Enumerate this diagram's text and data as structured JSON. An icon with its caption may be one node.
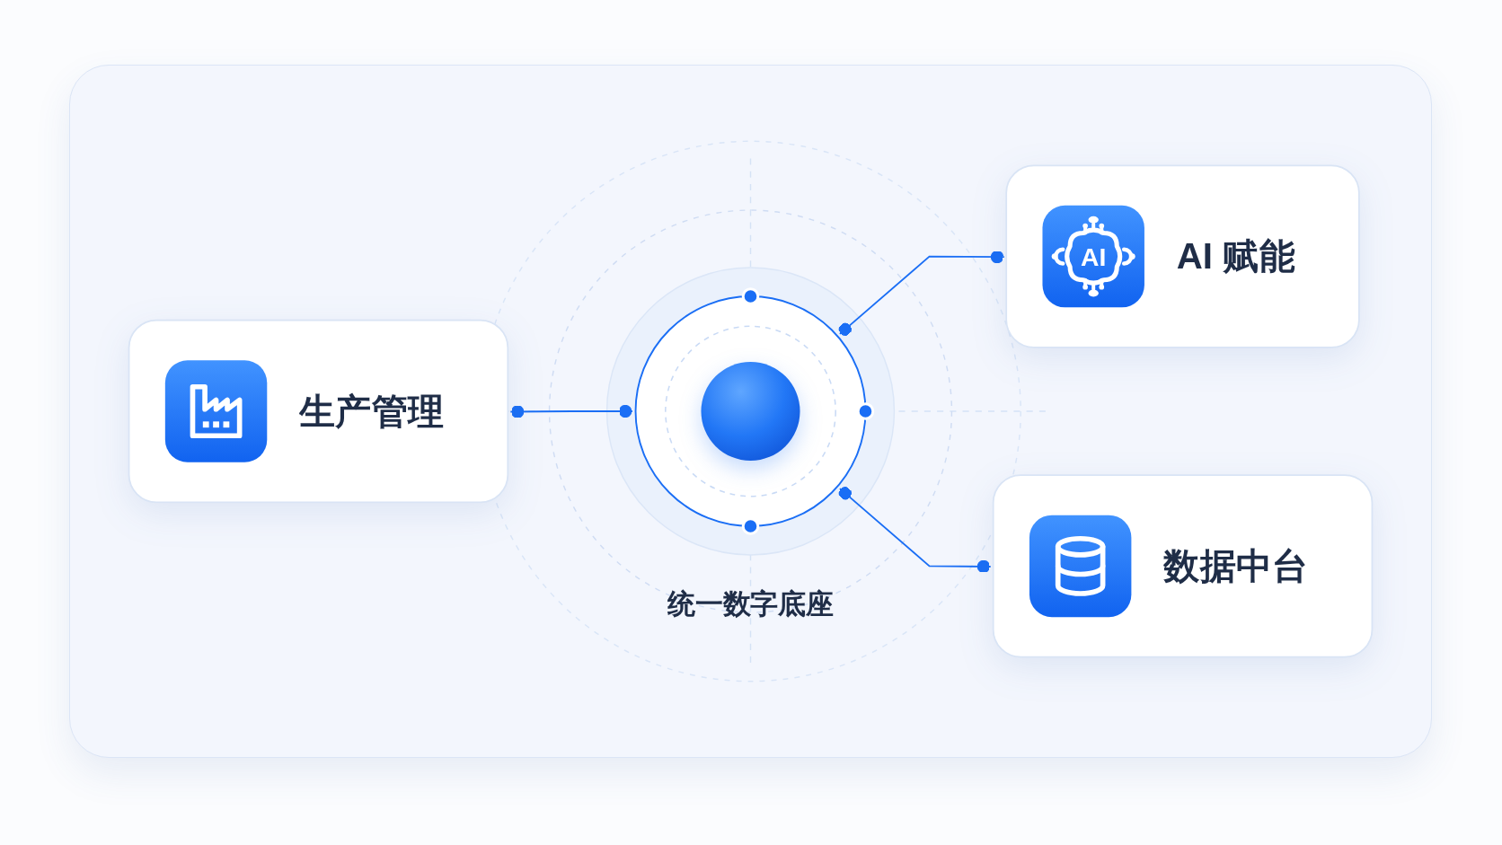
{
  "diagram": {
    "nodes": [
      {
        "text": [
          "生产管理"
        ]
      },
      {
        "text": [
          "统一数字底座"
        ]
      },
      {
        "text": [
          "AI 赋能"
        ]
      },
      {
        "text": [
          "数据中台"
        ]
      }
    ],
    "edges": [
      {
        "from": 0,
        "to": 1,
        "arrow": "other"
      },
      {
        "from": 1,
        "to": 2,
        "arrow": "other"
      },
      {
        "from": 1,
        "to": 3,
        "arrow": "other"
      }
    ],
    "labels": [
      "AI"
    ]
  }
}
